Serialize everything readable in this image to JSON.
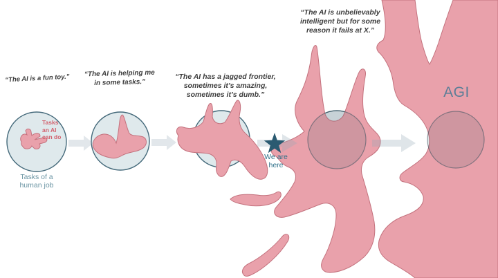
{
  "diagram": {
    "quotes": [
      {
        "line1": "“The AI is a fun toy.”"
      },
      {
        "line1": "“The AI is helping me",
        "line2": "in some tasks.”"
      },
      {
        "line1": "“The AI has a jagged frontier,",
        "line2": "sometimes it’s amazing,",
        "line3": "sometimes it’s dumb.”"
      },
      {
        "line1": "“The AI is unbelievably",
        "line2": "intelligent but for some",
        "line3": "reason it fails at X.”"
      }
    ],
    "stage1": {
      "inner_label": {
        "line1": "Tasks",
        "line2": "an AI",
        "line3": "can do"
      },
      "caption": {
        "line1": "Tasks of a",
        "line2": "human job"
      }
    },
    "marker": {
      "icon": "star-icon",
      "line1": "We are",
      "line2": "here"
    },
    "agi_label": "AGI",
    "colors": {
      "blob_pink": "#e9a1ab",
      "blob_outline": "#c3717d",
      "circle_fill": "#dfe9ec",
      "circle_stroke": "#44697a",
      "circle_overlay_tint": "rgba(72,96,108,0.16)",
      "arrow_gray": "rgba(150,170,182,0.28)",
      "star_teal": "#2a5a71",
      "quote_text": "#3d3d3d",
      "caption_text": "#6a94a3",
      "inner_label_text": "#d2626e",
      "marker_text": "#2f7089",
      "agi_text": "#5b7e97"
    }
  }
}
